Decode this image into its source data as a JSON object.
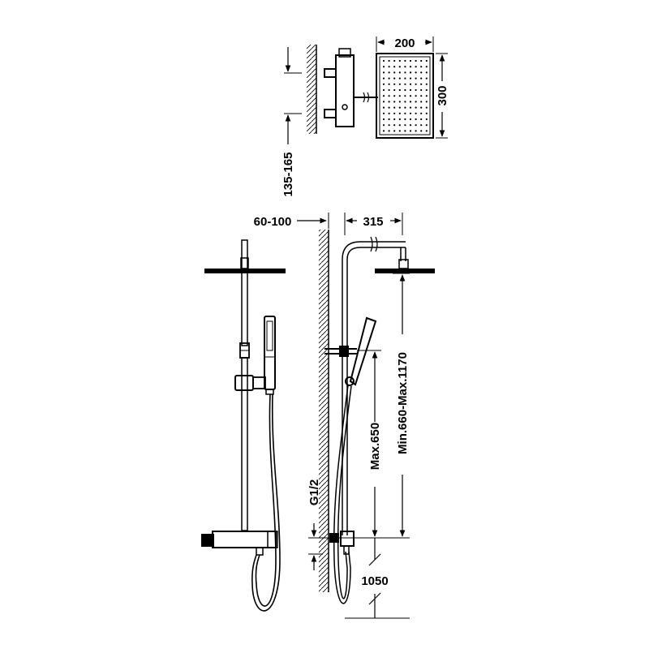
{
  "dimensions": {
    "head_width": "200",
    "head_depth": "300",
    "valve_spacing": "135-165",
    "wall_offset": "60-100",
    "arm_reach": "315",
    "handset_max": "Max.650",
    "column_height": "Min.660-Max.1170",
    "inlet_thread": "G1/2",
    "mount_height": "1050"
  }
}
